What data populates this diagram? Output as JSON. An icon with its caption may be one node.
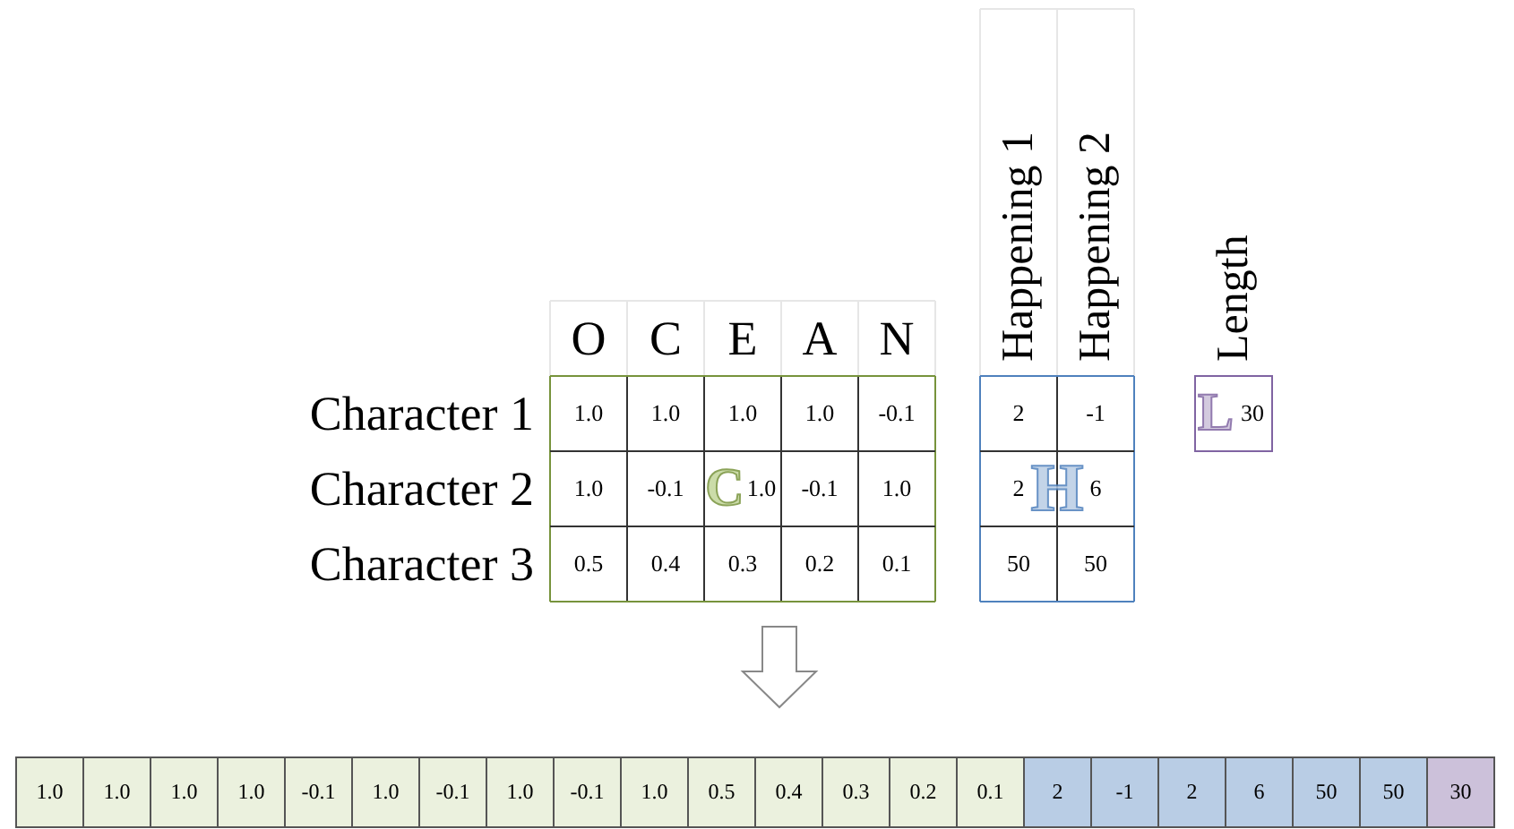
{
  "diagram": {
    "labels": [
      "Happening 1",
      "Happening 2",
      "Length",
      "O",
      "C",
      "E",
      "A",
      "N",
      "Character 1",
      "1.0",
      "1.0",
      "1.0",
      "1.0",
      "-0.1",
      "2",
      "-1",
      "30",
      "L",
      "Character 2",
      "1.0",
      "-0.1",
      "1.0",
      "-0.1",
      "1.0",
      "C",
      "2",
      "6",
      "H",
      "Character 3",
      "0.5",
      "0.4",
      "0.3",
      "0.2",
      "0.1",
      "50",
      "50",
      "1.0",
      "1.0",
      "1.0",
      "1.0",
      "-0.1",
      "1.0",
      "-0.1",
      "1.0",
      "-0.1",
      "1.0",
      "0.5",
      "0.4",
      "0.3",
      "0.2",
      "0.1",
      "2",
      "-1",
      "2",
      "6",
      "50",
      "50",
      "30"
    ]
  }
}
